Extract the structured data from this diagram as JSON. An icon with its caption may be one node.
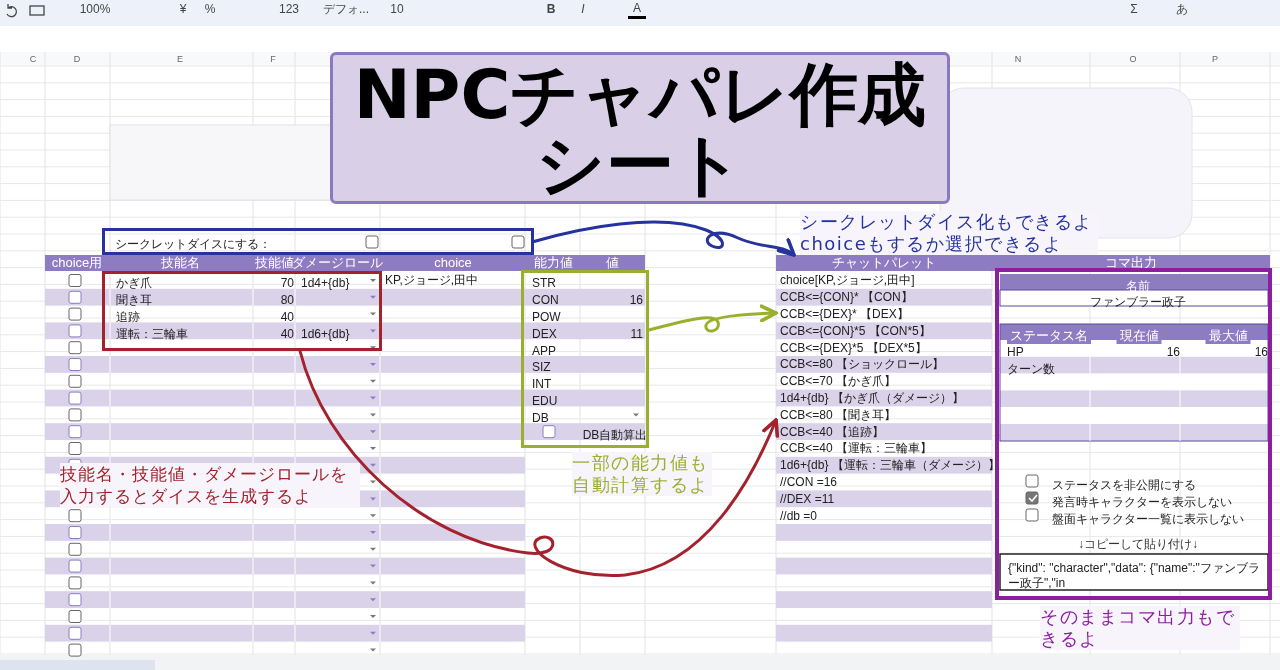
{
  "diagram": {
    "title": "NPCチャパレ作成シート",
    "nodes": [
      {
        "text": [
          "シークレットダイスにする："
        ]
      },
      {
        "text": [
          "かぎ爪",
          "70",
          "1d4+{db}",
          "聞き耳",
          "80",
          "追跡",
          "40",
          "運転：三輪車",
          "40",
          "1d6+{db}"
        ]
      },
      {
        "text": [
          "STR",
          "CON",
          "16",
          "POW",
          "DEX",
          "11",
          "APP",
          "SIZ",
          "INT",
          "EDU",
          "DB",
          "DB自動算出"
        ]
      },
      {
        "text": [
          "チャットパレット",
          "choice[KP,ジョージ,田中]",
          "CCB<={CON}* 【CON】",
          "CCB<={DEX}* 【DEX】",
          "CCB<={CON}*5 【CON*5】",
          "CCB<={DEX}*5 【DEX*5】",
          "CCB<=80 【ショックロール】",
          "CCB<=70 【かぎ爪】",
          "1d4+{db} 【かぎ爪（ダメージ）】",
          "CCB<=80 【聞き耳】",
          "CCB<=40 【追跡】",
          "CCB<=40 【運転：三輪車】",
          "1d6+{db} 【運転：三輪車（ダメージ）】",
          "//CON =16",
          "//DEX =11",
          "//db =0"
        ]
      },
      {
        "text": [
          "名前",
          "ファンブラー政子",
          "ステータス名",
          "現在値",
          "最大値",
          "HP",
          "16",
          "16",
          "ターン数",
          "ステータスを非公開にする",
          "発言時キャラクターを表示しない",
          "盤面キャラクター一覧に表示しない",
          "↓コピーして貼り付け↓",
          "{\"kind\": \"character\",\"data\": {\"name\":\"ファンブラー政子\",\"in"
        ]
      }
    ],
    "edges": [
      {
        "from": 0,
        "to": 3,
        "arrow": "to",
        "color": "#26339e"
      },
      {
        "from": 2,
        "to": 3,
        "arrow": "to",
        "color": "#9aaf2e"
      },
      {
        "from": 1,
        "to": 3,
        "arrow": "to",
        "color": "#a3222d"
      }
    ],
    "labels": [
      "100%",
      "¥",
      "%",
      "123",
      "デフォ...",
      "10",
      "B",
      "I",
      "A",
      "Σ",
      "あ",
      "C",
      "D",
      "E",
      "F",
      "N",
      "O",
      "P",
      "choice用",
      "技能名",
      "技能値",
      "ダメージロール",
      "choice",
      "能力値",
      "値",
      "KP,ジョージ,田中",
      "コマ出力",
      "シークレットダイス化もできるよchoiceもするか選択できるよ",
      "技能名・技能値・ダメージロールを入力するとダイスを生成するよ",
      "一部の能力値も自動計算するよ",
      "そのままコマ出力もできるよ"
    ]
  }
}
